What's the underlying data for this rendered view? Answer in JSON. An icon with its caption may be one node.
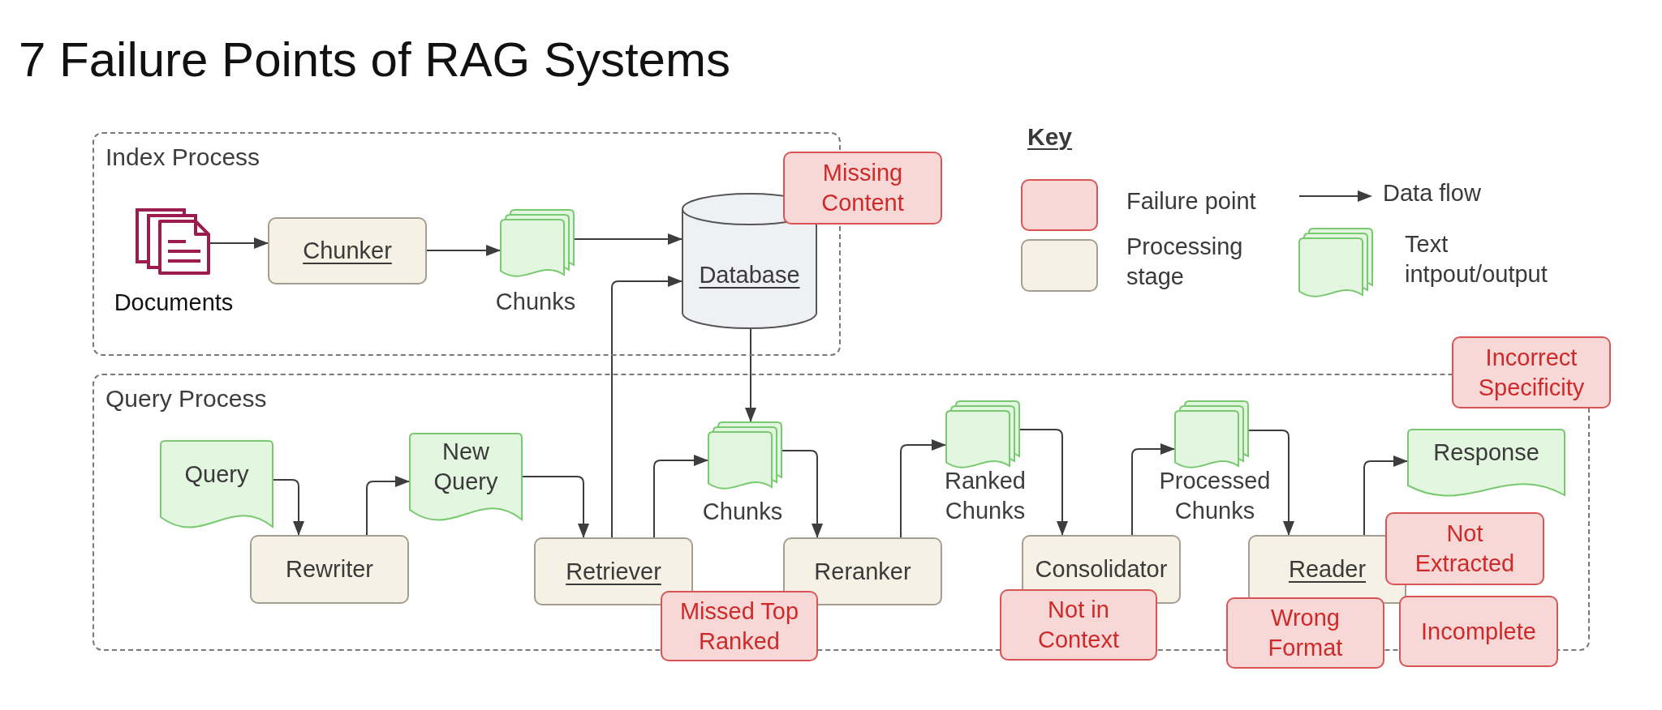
{
  "diagram": {
    "title": "7 Failure Points of RAG Systems",
    "nodes": [
      {
        "text": [
          "Index Process"
        ]
      },
      {
        "text": [],
        "shape": "picture",
        "beside": [
          "Documents"
        ],
        "in": 0
      },
      {
        "text": [
          "Chunker"
        ],
        "in": 0
      },
      {
        "text": [],
        "shape": "documents",
        "beside": [
          "Chunks"
        ],
        "in": 0
      },
      {
        "text": [
          "Database"
        ],
        "in": 0
      },
      {
        "text": [
          "Missing Content"
        ]
      },
      {
        "text": [
          "Query Process"
        ]
      },
      {
        "text": [
          "Incorrect Specificity"
        ]
      },
      {
        "text": [
          "Query"
        ],
        "in": 6
      },
      {
        "text": [
          "New Query"
        ],
        "in": 6
      },
      {
        "text": [
          "Rewriter"
        ],
        "in": 6
      },
      {
        "text": [
          "Retriever"
        ],
        "in": 6
      },
      {
        "text": [],
        "shape": "documents",
        "beside": [
          "Chunks"
        ],
        "in": 6
      },
      {
        "text": [
          "Reranker"
        ],
        "in": 6
      },
      {
        "text": [
          "Missed Top Ranked"
        ]
      },
      {
        "text": [],
        "shape": "documents",
        "beside": [
          "Ranked Chunks"
        ],
        "in": 6
      },
      {
        "text": [
          "Consolidator"
        ],
        "in": 6
      },
      {
        "text": [
          "Not in Context"
        ]
      },
      {
        "text": [],
        "shape": "documents",
        "beside": [
          "Processed Chunks"
        ],
        "in": 6
      },
      {
        "text": [
          "Response"
        ],
        "in": 6
      },
      {
        "text": [
          "Reader"
        ],
        "in": 6
      },
      {
        "text": [
          "Not Extracted"
        ],
        "in": 6
      },
      {
        "text": [
          "Wrong Format"
        ]
      },
      {
        "text": [
          "Incomplete"
        ]
      }
    ],
    "edges": [
      {
        "from": 1,
        "to": 2,
        "arrow": "to"
      },
      {
        "from": 2,
        "to": 3,
        "arrow": "to"
      },
      {
        "from": 3,
        "to": 4,
        "arrow": "to"
      },
      {
        "from": 11,
        "to": 4,
        "arrow": "to"
      },
      {
        "from": 4,
        "to": 12,
        "arrow": "to"
      },
      {
        "from": 8,
        "to": 10,
        "arrow": "to"
      },
      {
        "from": 10,
        "to": 9,
        "arrow": "to"
      },
      {
        "from": 9,
        "to": 11,
        "arrow": "to"
      },
      {
        "from": 11,
        "to": 12,
        "arrow": "to"
      },
      {
        "from": 12,
        "to": 13,
        "arrow": "to"
      },
      {
        "from": 13,
        "to": 15,
        "arrow": "to"
      },
      {
        "from": 15,
        "to": 16,
        "arrow": "to"
      },
      {
        "from": 16,
        "to": 18,
        "arrow": "to"
      },
      {
        "from": 18,
        "to": 20,
        "arrow": "to"
      },
      {
        "from": 20,
        "to": 19,
        "arrow": "to"
      }
    ],
    "labels": [
      "Key"
    ],
    "legend": [
      {
        "text": "Failure point",
        "color": "#f8d7d7"
      },
      {
        "text": "Processing stage",
        "color": "#f5f1e4"
      },
      {
        "text": "Data flow"
      },
      {
        "text": "Text intpout/output"
      }
    ]
  }
}
